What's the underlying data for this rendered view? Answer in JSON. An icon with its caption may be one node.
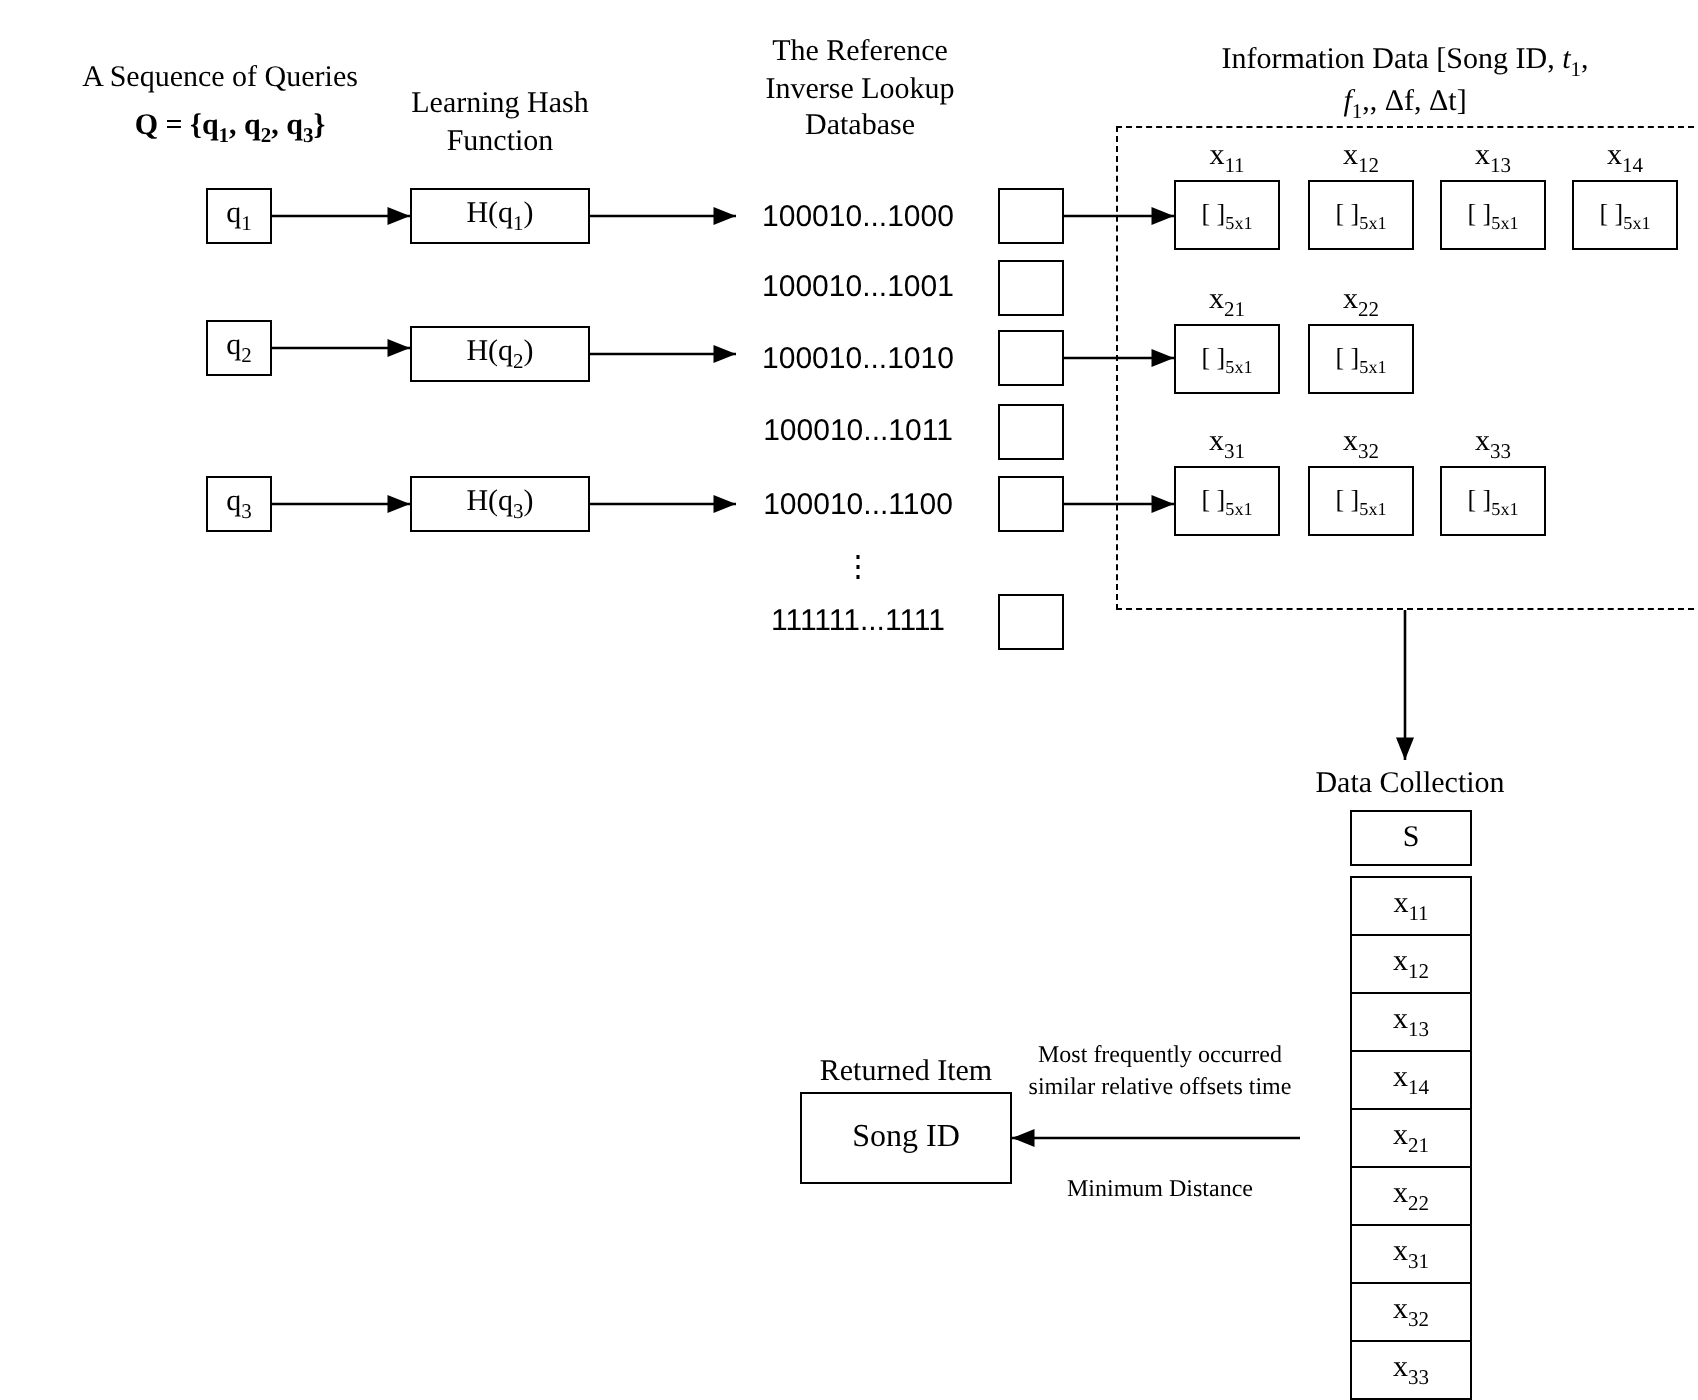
{
  "diagram": {
    "nodes": [
      {
        "text": [
          "q$_{1}$"
        ]
      },
      {
        "text": [
          "H(q$_{1}$)"
        ]
      },
      {
        "text": [
          "q$_{2}$"
        ]
      },
      {
        "text": [
          "H(q$_{2}$)"
        ]
      },
      {
        "text": [
          "q$_{3}$"
        ]
      },
      {
        "text": [
          "H(q$_{3}$)"
        ]
      },
      {
        "text": [
          "100010...1000"
        ]
      },
      {
        "text": [
          "100010...1010"
        ]
      },
      {
        "text": [
          "100010...1100"
        ]
      },
      {
        "text": [],
        "shape": "box"
      },
      {
        "text": [],
        "shape": "box"
      },
      {
        "text": [],
        "shape": "box"
      },
      {
        "text": [],
        "shape": "box"
      },
      {
        "text": [],
        "shape": "box"
      },
      {
        "text": [],
        "shape": "box"
      },
      {
        "text": [
          "Information Data [Song ID, *t*$_{1}$, *f*$_{1}$,, Δf, Δt]"
        ]
      },
      {
        "text": [
          "x$_{11}$",
          "[  ]$_{5x1}$"
        ],
        "in": 15
      },
      {
        "text": [
          "x$_{12}$",
          "[  ]$_{5x1}$"
        ],
        "in": 15
      },
      {
        "text": [
          "x$_{13}$",
          "[  ]$_{5x1}$"
        ],
        "in": 15
      },
      {
        "text": [
          "x$_{14}$",
          "[  ]$_{5x1}$"
        ],
        "in": 15
      },
      {
        "text": [
          "x$_{21}$",
          "[  ]$_{5x1}$"
        ],
        "in": 15
      },
      {
        "text": [
          "x$_{22}$",
          "[  ]$_{5x1}$"
        ],
        "in": 15
      },
      {
        "text": [
          "x$_{31}$",
          "[  ]$_{5x1}$"
        ],
        "in": 15
      },
      {
        "text": [
          "x$_{32}$",
          "[  ]$_{5x1}$"
        ],
        "in": 15
      },
      {
        "text": [
          "x$_{33}$",
          "[  ]$_{5x1}$"
        ],
        "in": 15
      },
      {
        "text": [
          "Data Collection"
        ]
      },
      {
        "text": [
          "S"
        ],
        "in": 25
      },
      {
        "text": [
          "x$_{11}$"
        ],
        "in": 25
      },
      {
        "text": [
          "x$_{12}$"
        ],
        "in": 25
      },
      {
        "text": [
          "x$_{13}$"
        ],
        "in": 25
      },
      {
        "text": [
          "x$_{14}$"
        ],
        "in": 25
      },
      {
        "text": [
          "x$_{21}$"
        ],
        "in": 25
      },
      {
        "text": [
          "x$_{22}$"
        ],
        "in": 25
      },
      {
        "text": [
          "x$_{31}$"
        ],
        "in": 25
      },
      {
        "text": [
          "x$_{32}$"
        ],
        "in": 25
      },
      {
        "text": [
          "x$_{33}$"
        ],
        "in": 25
      },
      {
        "text": [
          "Returned Item",
          "Song ID"
        ]
      }
    ],
    "edges": [
      {
        "from": 0,
        "to": 1,
        "arrow": "to"
      },
      {
        "from": 1,
        "to": 6,
        "arrow": "to"
      },
      {
        "from": 2,
        "to": 3,
        "arrow": "to"
      },
      {
        "from": 3,
        "to": 7,
        "arrow": "to"
      },
      {
        "from": 4,
        "to": 5,
        "arrow": "to"
      },
      {
        "from": 5,
        "to": 8,
        "arrow": "to"
      },
      {
        "from": 9,
        "to": 16,
        "arrow": "to"
      },
      {
        "from": 11,
        "to": 20,
        "arrow": "to"
      },
      {
        "from": 13,
        "to": 22,
        "arrow": "to"
      },
      {
        "from": 15,
        "to": 25,
        "arrow": "to"
      },
      {
        "from": 25,
        "to": 36,
        "arrow": "to",
        "label": "Most frequently occurred similar relative offsets time"
      }
    ],
    "labels": [
      "A Sequence of Queries",
      "Q = {q$_{1}$, q$_{2}$, q$_{3}$}",
      "Learning Hash Function",
      "The Reference Inverse Lookup Database",
      "100010...1001",
      "100010...1011",
      "⋮",
      "111111...1111",
      "Minimum Distance"
    ]
  }
}
